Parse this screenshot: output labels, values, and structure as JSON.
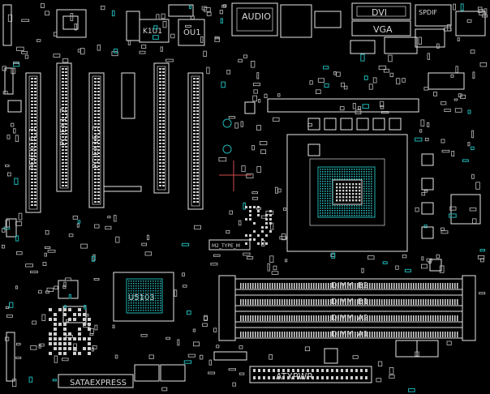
{
  "labels": {
    "k1u1": "K1U1",
    "ou1": "OU1",
    "audio": "AUDIO",
    "dvi": "DVI",
    "vga": "VGA",
    "spdif": "SPDIF",
    "pcie1": "PCIEX16_1",
    "pcie2": "PCIEX1_2",
    "pcie3": "PCIEX16_3",
    "m2": "M2_TYPE_M",
    "dimm_b2": "DIMM_B2",
    "dimm_b1": "DIMM_B1",
    "dimm_a2": "DIMM_A2",
    "dimm_a1": "DIMM_A1",
    "sataexpress": "SATAEXPRESS",
    "atxpwr": "ATXPWR",
    "chipset": "U5103"
  },
  "colors": {
    "background": "#000000",
    "outline": "#e6e6e6",
    "accent": "#1fb3b3"
  }
}
